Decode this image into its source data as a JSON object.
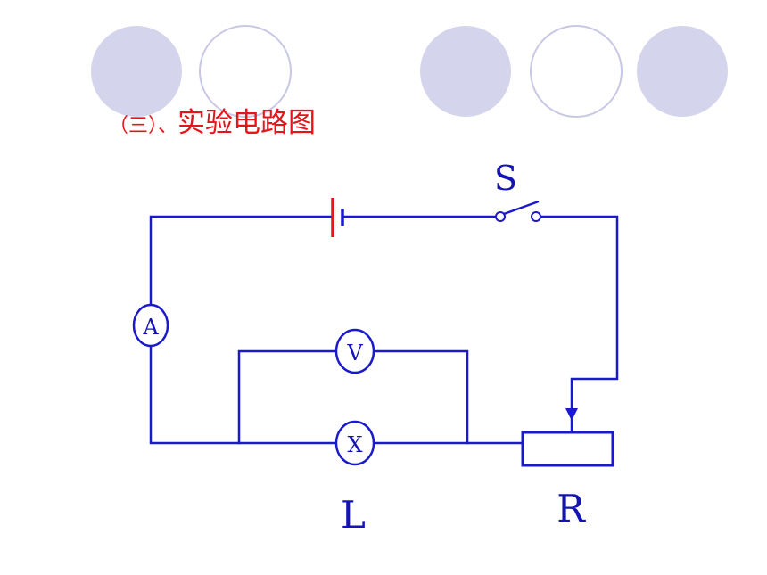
{
  "slide": {
    "title_prefix": "（三）、",
    "title_main": "实验电路图"
  },
  "diagram": {
    "labels": {
      "switch": "S",
      "ammeter": "A",
      "voltmeter": "V",
      "lamp_symbol": "X",
      "lamp": "L",
      "rheostat": "R"
    }
  },
  "colors": {
    "wire": "#1a1acc",
    "title": "#e8141b",
    "battery_long_plate": "#e8141b",
    "decor_circle_fill": "#d4d4ec",
    "decor_circle_outline": "#c8c8e6"
  }
}
